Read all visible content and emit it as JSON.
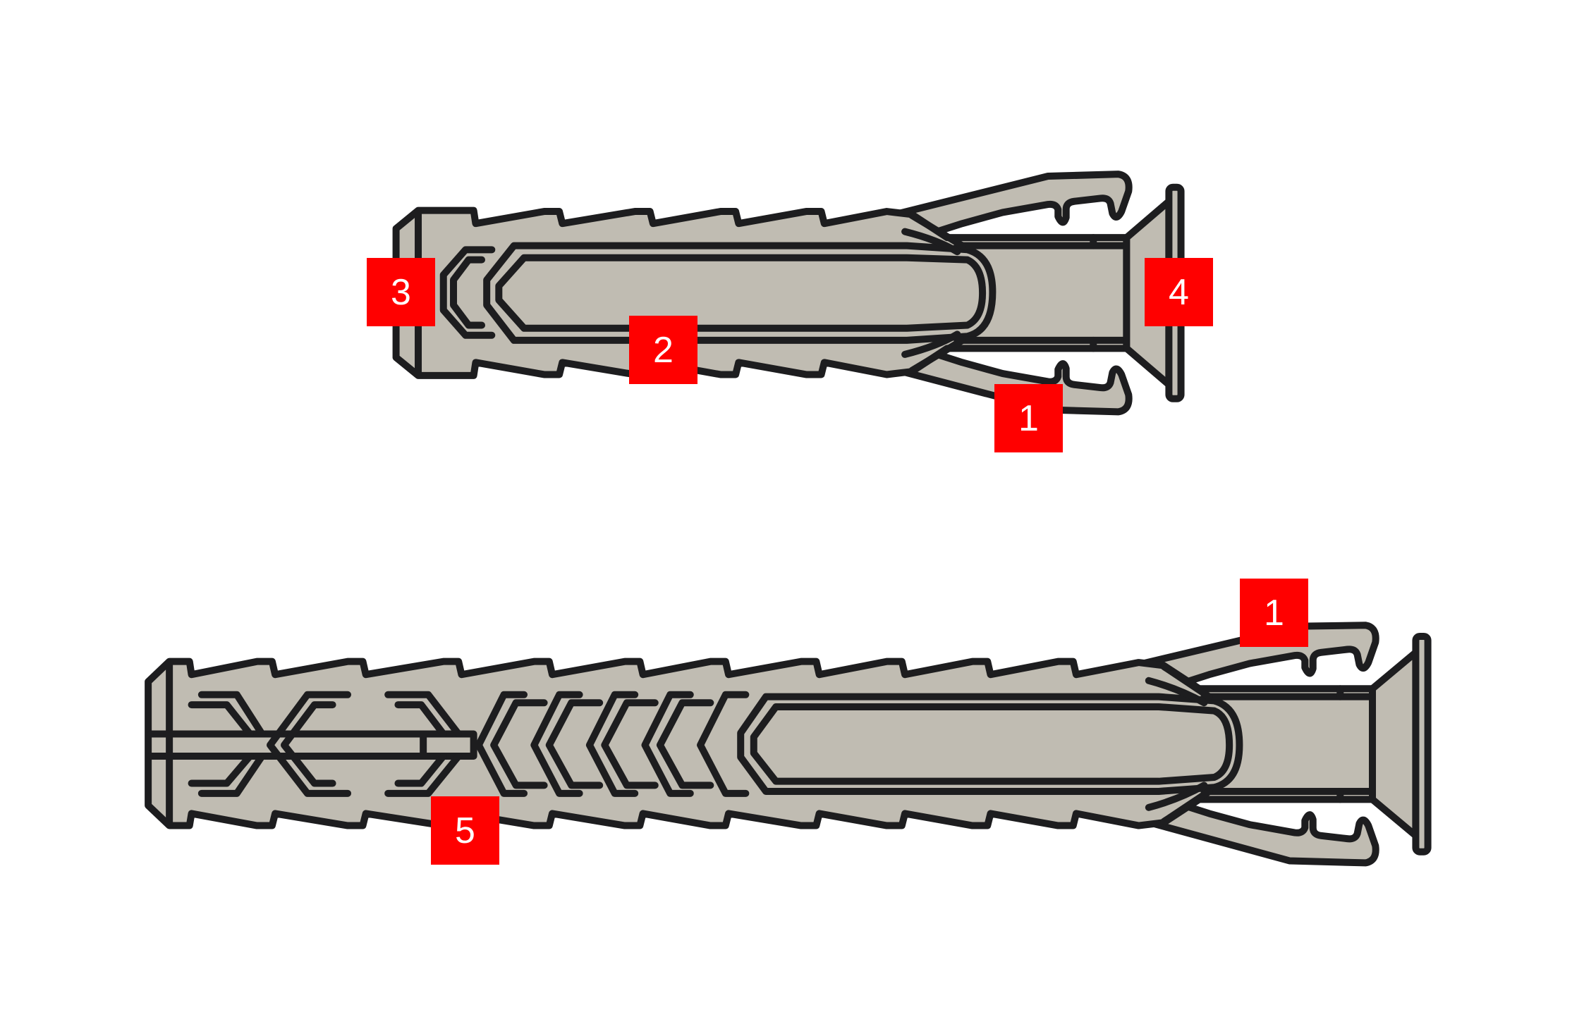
{
  "colors": {
    "background": "#ffffff",
    "dowel_fill": "#c0bcb2",
    "outline": "#1d1d1f",
    "callout_bg": "#ff0000",
    "callout_text": "#ffffff"
  },
  "diagram": {
    "subject": "wall plug / expansion dowel",
    "dowels": [
      {
        "id": "short-dowel",
        "callouts": [
          {
            "label": "3",
            "feature": "tip end"
          },
          {
            "label": "2",
            "feature": "shaft body"
          },
          {
            "label": "4",
            "feature": "collar / flange"
          },
          {
            "label": "1",
            "feature": "anti-rotation barbs"
          }
        ]
      },
      {
        "id": "long-dowel",
        "callouts": [
          {
            "label": "1",
            "feature": "anti-rotation barbs"
          },
          {
            "label": "5",
            "feature": "expansion zone"
          }
        ]
      }
    ]
  }
}
